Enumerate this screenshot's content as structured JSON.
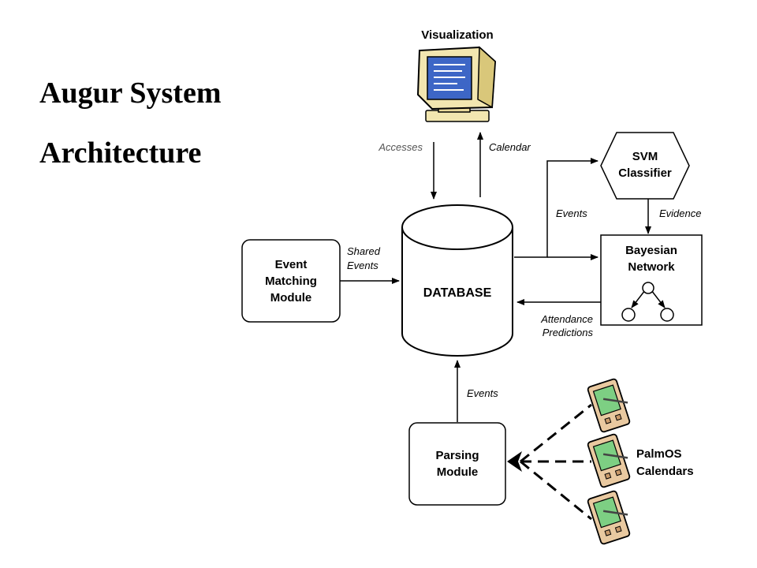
{
  "title": {
    "line1": "Augur System",
    "line2": "Architecture"
  },
  "nodes": {
    "visualization": "Visualization",
    "database": "DATABASE",
    "svm": {
      "line1": "SVM",
      "line2": "Classifier"
    },
    "bayesian": {
      "line1": "Bayesian",
      "line2": "Network"
    },
    "event_matching": {
      "line1": "Event",
      "line2": "Matching",
      "line3": "Module"
    },
    "parsing": {
      "line1": "Parsing",
      "line2": "Module"
    },
    "palm": {
      "line1": "PalmOS",
      "line2": "Calendars"
    }
  },
  "edges": {
    "accesses": "Accesses",
    "calendar": "Calendar",
    "shared_events": {
      "line1": "Shared",
      "line2": "Events"
    },
    "events_svm": "Events",
    "evidence": "Evidence",
    "attendance": {
      "line1": "Attendance",
      "line2": "Predictions"
    },
    "events_parsing": "Events"
  }
}
